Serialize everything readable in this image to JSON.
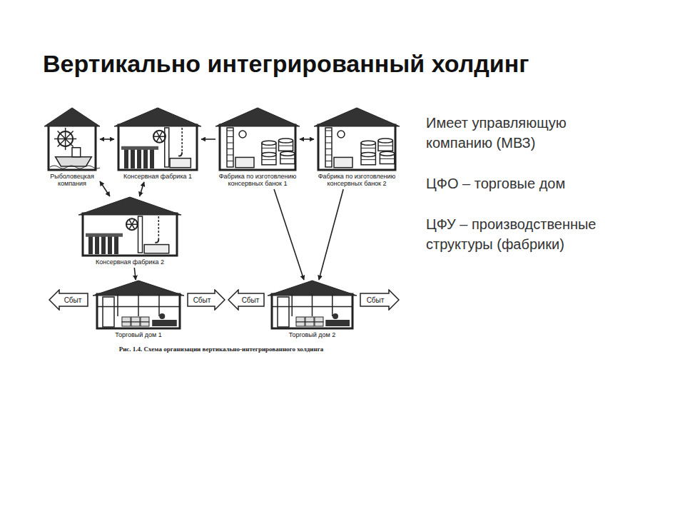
{
  "diagram": {
    "title": "Вертикально интегрированный холдинг",
    "caption": "Рис. 1.4. Схема организации вертикально-интегрированного холдинга",
    "nodes": [
      {
        "text": [
          "Рыболовецкая компания"
        ]
      },
      {
        "text": [
          "Консервная фабрика 1"
        ]
      },
      {
        "text": [
          "Фабрика по изготовлению консервных банок 1"
        ]
      },
      {
        "text": [
          "Фабрика по изготовлению консервных банок 2"
        ]
      },
      {
        "text": [
          "Консервная фабрика 2"
        ]
      },
      {
        "text": [
          "Сбыт"
        ]
      },
      {
        "text": [
          "Торговый дом 1"
        ]
      },
      {
        "text": [
          "Сбыт"
        ]
      },
      {
        "text": [
          "Сбыт"
        ]
      },
      {
        "text": [
          "Торговый дом 2"
        ]
      },
      {
        "text": [
          "Сбыт"
        ]
      }
    ],
    "edges": [
      {
        "from": 0,
        "to": 1,
        "arrow": "both"
      },
      {
        "from": 2,
        "to": 1,
        "arrow": "to"
      },
      {
        "from": 2,
        "to": 3,
        "arrow": "both"
      },
      {
        "from": 0,
        "to": 4,
        "arrow": "both"
      },
      {
        "from": 1,
        "to": 4,
        "arrow": "both"
      },
      {
        "from": 4,
        "to": 6,
        "arrow": "to"
      },
      {
        "from": 2,
        "to": 9,
        "arrow": "to"
      },
      {
        "from": 3,
        "to": 9,
        "arrow": "to"
      }
    ],
    "labels": [
      "Имеет управляющую компанию (МВЗ)",
      "ЦФО – торговые дом",
      "ЦФУ – производственные структуры (фабрики)"
    ]
  }
}
